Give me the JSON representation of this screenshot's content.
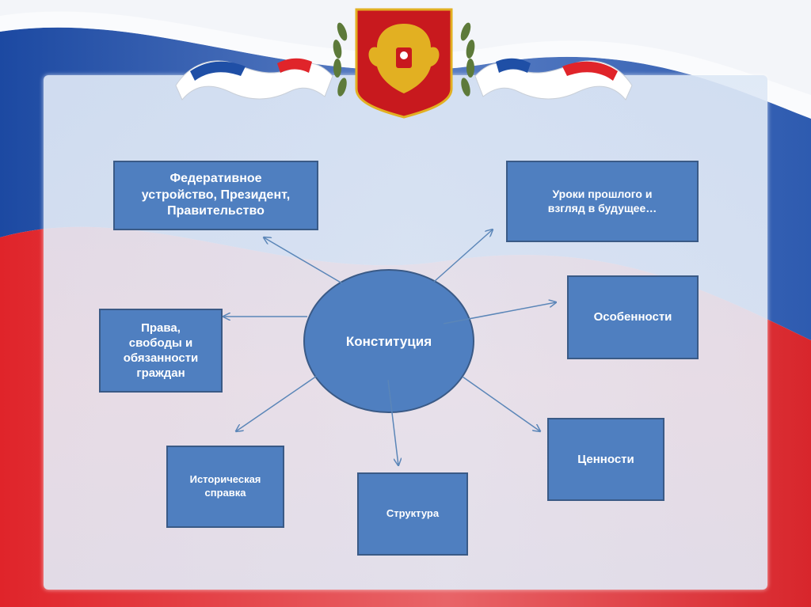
{
  "colors": {
    "box_fill": "#4f7fc0",
    "box_border": "#3a5a86",
    "arrow": "#5b86b8",
    "flag_white": "#ffffff",
    "flag_blue": "#1f4fa6",
    "flag_red": "#e0242a",
    "emblem_red": "#c8191e",
    "emblem_gold": "#e2b022"
  },
  "diagram": {
    "center": {
      "label": "Конституция"
    },
    "nodes": [
      {
        "id": "federal",
        "label": "Федеративное\nустройство, Президент,\nПравительство"
      },
      {
        "id": "lessons",
        "label": "Уроки прошлого и\nвзгляд в будущее…"
      },
      {
        "id": "rights",
        "label": "Права,\nсвободы и\nобязанности\nграждан"
      },
      {
        "id": "features",
        "label": "Особенности"
      },
      {
        "id": "history",
        "label": "Историческая\nсправка"
      },
      {
        "id": "structure",
        "label": "Структура"
      },
      {
        "id": "values",
        "label": "Ценности"
      }
    ]
  },
  "decor": {
    "emblem_icon": "russian-coat-of-arms-icon",
    "ribbon_icon": "tricolor-ribbon-icon"
  }
}
